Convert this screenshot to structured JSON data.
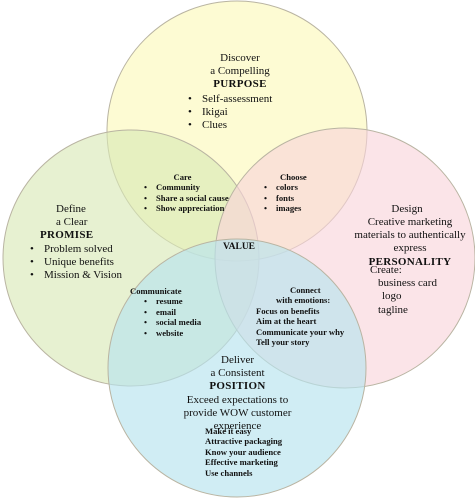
{
  "purpose": {
    "lines": [
      "Discover",
      "a Compelling"
    ],
    "heading": "PURPOSE",
    "items": [
      "Self-assessment",
      "Ikigai",
      "Clues"
    ],
    "color": "#fbf8b8"
  },
  "promise": {
    "lines": [
      "Define",
      "a Clear"
    ],
    "heading": "PROMISE",
    "items": [
      "Problem solved",
      "Unique benefits",
      "Mission & Vision"
    ],
    "color": "#d8e9b4"
  },
  "personality": {
    "lines": [
      "Design",
      "Creative marketing",
      "materials to authentically",
      "express"
    ],
    "heading": "PERSONALITY",
    "create_label": "Create:",
    "items": [
      "business card",
      "logo",
      "tagline"
    ],
    "color": "#f9d3da"
  },
  "position": {
    "lines": [
      "Deliver",
      "a Consistent"
    ],
    "heading": "POSITION",
    "desc": [
      "Exceed expectations to",
      "provide WOW customer",
      "experience"
    ],
    "items": [
      "Make it easy",
      "Attractive packaging",
      "Know your audience",
      "Effective marketing",
      "Use channels"
    ],
    "color": "#b7e4ee"
  },
  "care": {
    "title": "Care",
    "items": [
      "Community",
      "Share a social cause",
      "Show appreciation"
    ]
  },
  "choose": {
    "title": "Choose",
    "items": [
      "colors",
      "fonts",
      "images"
    ]
  },
  "communicate": {
    "title": "Communicate",
    "items": [
      "resume",
      "email",
      "social media",
      "website"
    ]
  },
  "connect": {
    "title": "Connect",
    "subtitle": "with emotions:",
    "items": [
      "Focus on benefits",
      "Aim at the heart",
      "Communicate your why",
      "Tell your story"
    ]
  },
  "center": {
    "label": "VALUE"
  }
}
